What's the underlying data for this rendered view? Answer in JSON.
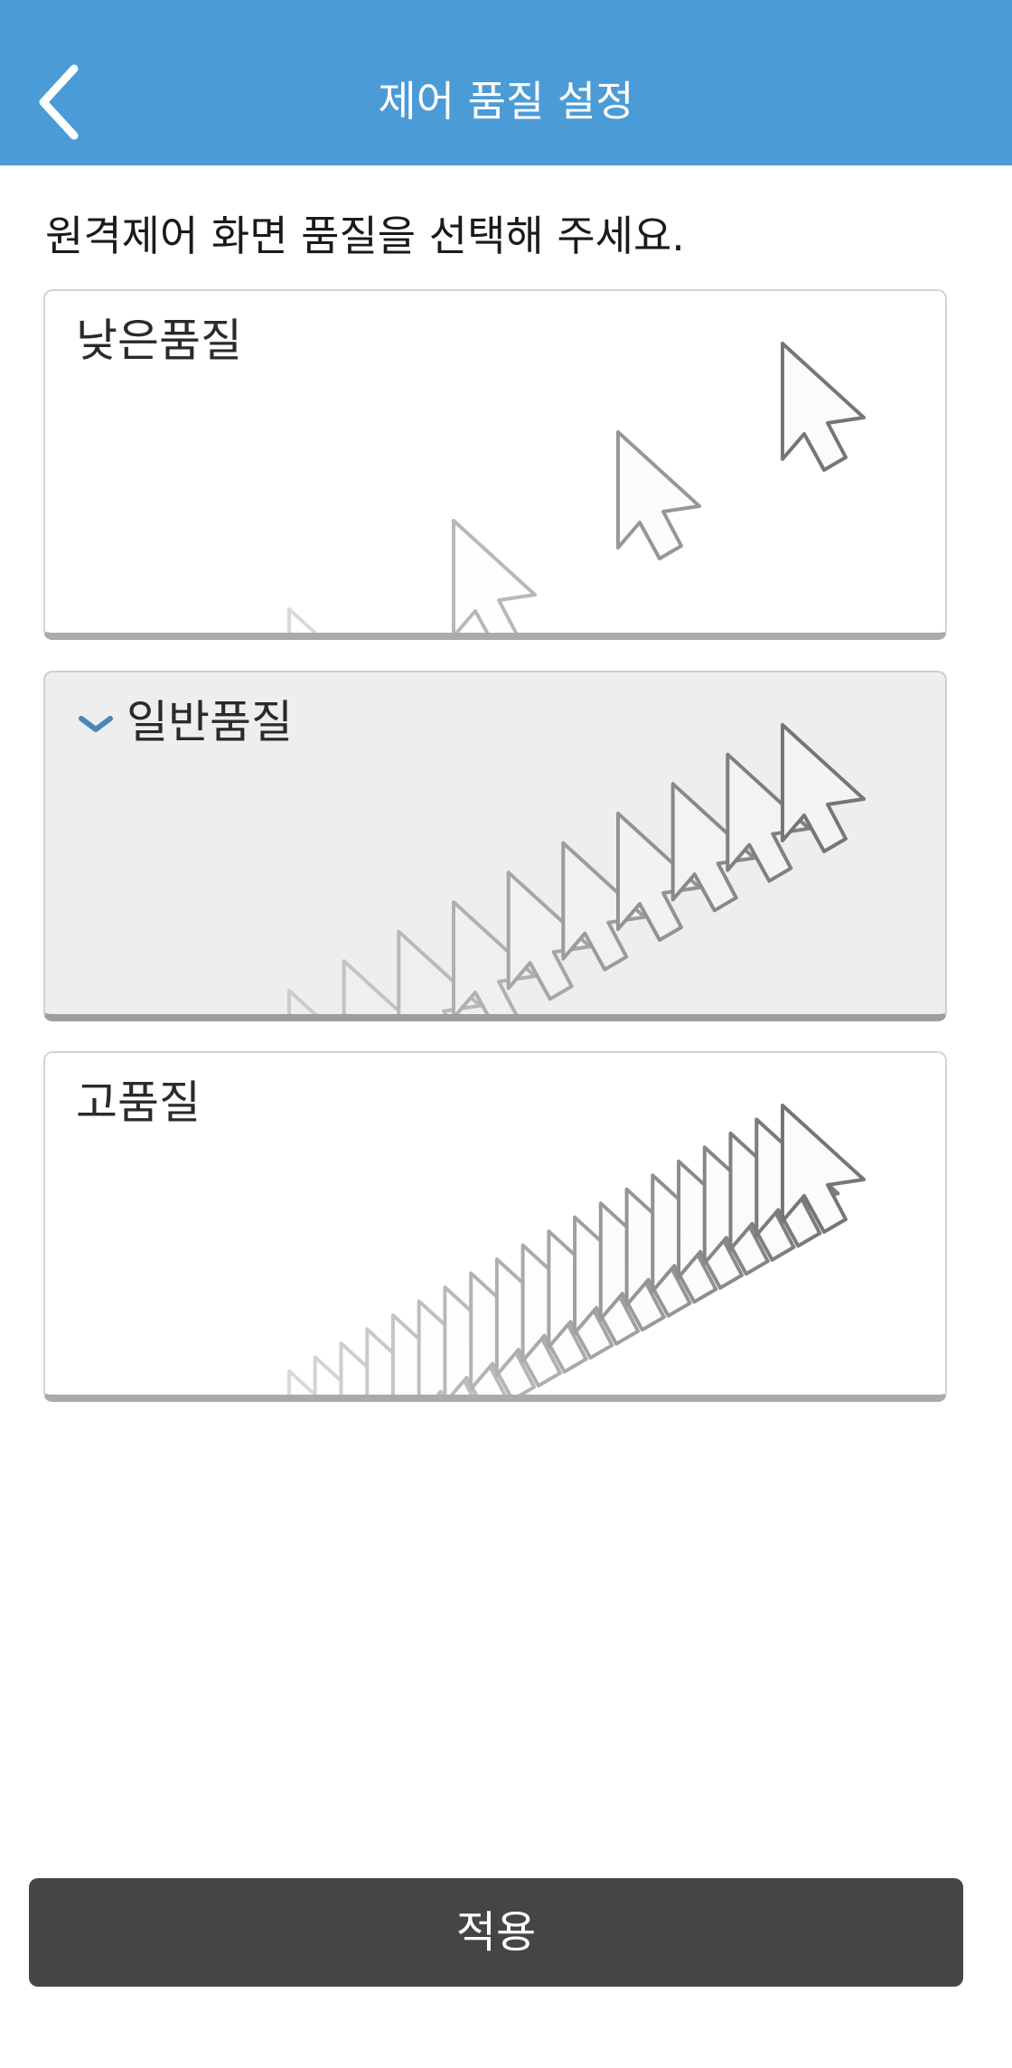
{
  "header": {
    "title": "제어 품질 설정",
    "back_icon": "chevron-left-icon"
  },
  "instruction": "원격제어 화면 품질을 선택해 주세요.",
  "options": [
    {
      "id": "low",
      "label": "낮은품질",
      "selected": false,
      "cursor_count": 4
    },
    {
      "id": "normal",
      "label": "일반품질",
      "selected": true,
      "cursor_count": 10
    },
    {
      "id": "high",
      "label": "고품질",
      "selected": false,
      "cursor_count": 20
    }
  ],
  "selected_icon": "check-icon",
  "apply_label": "적용",
  "colors": {
    "header_bg": "#4b9bd6",
    "check": "#4a86b8",
    "apply_bg": "#454545"
  }
}
